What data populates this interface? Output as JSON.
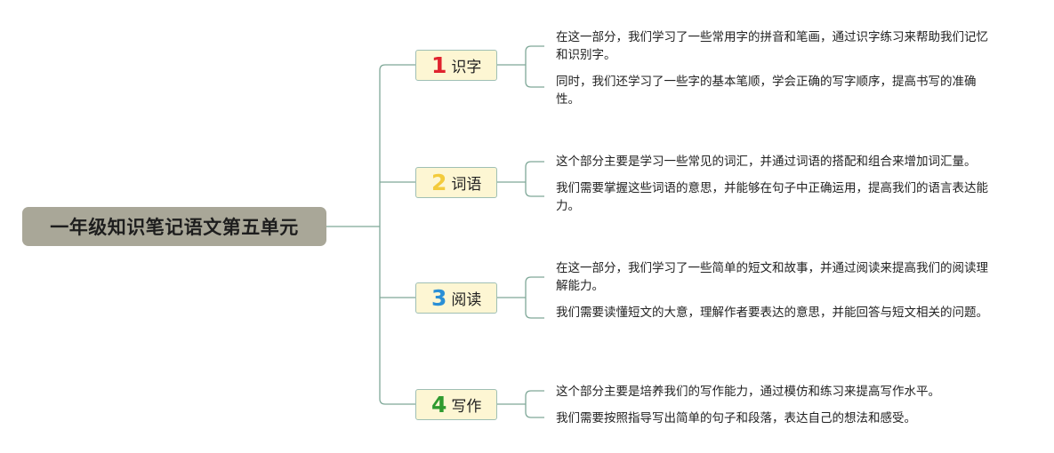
{
  "root": {
    "title": "一年级知识笔记语文第五单元"
  },
  "colors": {
    "connector": "#7fa898",
    "root_bg": "#a9a798",
    "branch_bg": "#fdf6d3",
    "branch_border": "#9fbfb4"
  },
  "branches": [
    {
      "number": "1",
      "number_color": "#e0232e",
      "label": "识字",
      "notes": [
        "在这一部分，我们学习了一些常用字的拼音和笔画，通过识字练习来帮助我们记忆和识别字。",
        "同时，我们还学习了一些字的基本笔顺，学会正确的写字顺序，提高书写的准确性。"
      ]
    },
    {
      "number": "2",
      "number_color": "#f3cb3c",
      "label": "词语",
      "notes": [
        "这个部分主要是学习一些常见的词汇，并通过词语的搭配和组合来增加词汇量。",
        "我们需要掌握这些词语的意思，并能够在句子中正确运用，提高我们的语言表达能力。"
      ]
    },
    {
      "number": "3",
      "number_color": "#2a8fd6",
      "label": "阅读",
      "notes": [
        "在这一部分，我们学习了一些简单的短文和故事，并通过阅读来提高我们的阅读理解能力。",
        "我们需要读懂短文的大意，理解作者要表达的意思，并能回答与短文相关的问题。"
      ]
    },
    {
      "number": "4",
      "number_color": "#2f9a2f",
      "label": "写作",
      "notes": [
        "这个部分主要是培养我们的写作能力，通过模仿和练习来提高写作水平。",
        "我们需要按照指导写出简单的句子和段落，表达自己的想法和感受。"
      ]
    }
  ]
}
